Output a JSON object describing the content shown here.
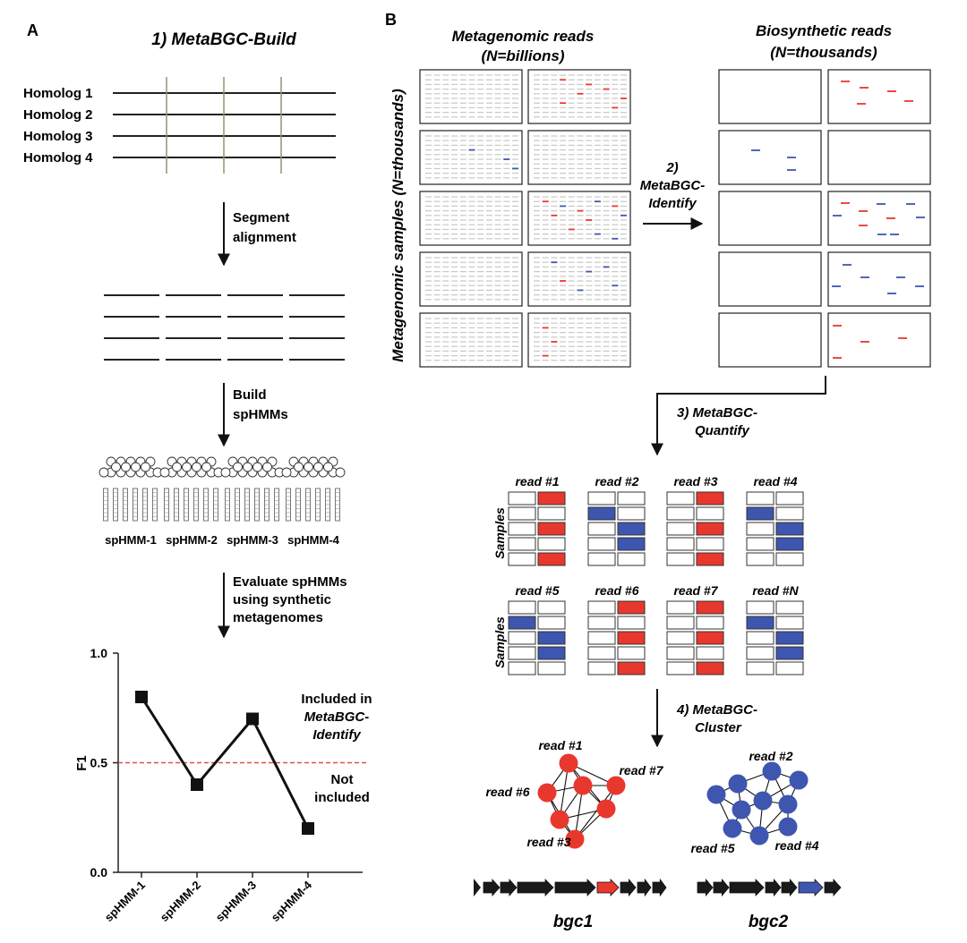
{
  "panel_a": {
    "label": "A",
    "title": "1) MetaBGC-Build",
    "homologs": [
      "Homolog 1",
      "Homolog 2",
      "Homolog 3",
      "Homolog 4"
    ],
    "step_segment": [
      "Segment",
      "alignment"
    ],
    "step_build": [
      "Build",
      "spHMMs"
    ],
    "hmm_labels": [
      "spHMM-1",
      "spHMM-2",
      "spHMM-3",
      "spHMM-4"
    ],
    "step_evaluate": [
      "Evaluate spHMMs",
      "using synthetic",
      "metagenomes"
    ],
    "included_text": [
      "Included in",
      "MetaBGC-",
      "Identify"
    ],
    "not_included_text": [
      "Not",
      "included"
    ]
  },
  "chart_data": {
    "type": "line",
    "categories": [
      "spHMM-1",
      "spHMM-2",
      "spHMM-3",
      "spHMM-4"
    ],
    "values": [
      0.8,
      0.4,
      0.7,
      0.2
    ],
    "ylabel": "F1",
    "ylim": [
      0.0,
      1.0
    ],
    "yticks": [
      "0.0",
      "0.5",
      "1.0"
    ],
    "threshold": 0.5,
    "threshold_color": "#d9534f"
  },
  "panel_b": {
    "label": "B",
    "metagenomic_reads": [
      "Metagenomic reads",
      "(N=billions)"
    ],
    "biosynthetic_reads": [
      "Biosynthetic reads",
      "(N=thousands)"
    ],
    "samples_axis": "Metagenomic samples (N=thousands)",
    "step_identify": [
      "2)",
      "MetaBGC-",
      "Identify"
    ],
    "step_quantify": [
      "3) MetaBGC-",
      "Quantify"
    ],
    "samples_label": "Samples",
    "read_labels_row1": [
      "read #1",
      "read #2",
      "read #3",
      "read #4"
    ],
    "read_labels_row2": [
      "read #5",
      "read #6",
      "read #7",
      "read #N"
    ],
    "step_cluster": [
      "4) MetaBGC-",
      "Cluster"
    ],
    "cluster1_labels": [
      "read #1",
      "read #7",
      "read #6",
      "read #3"
    ],
    "cluster2_labels": [
      "read #2",
      "read #5",
      "read #4"
    ],
    "gene_cluster_names": [
      "bgc1",
      "bgc2"
    ],
    "colors": {
      "red": "#e8382e",
      "blue": "#3f56b0",
      "grid": "#c8c8c8"
    }
  }
}
